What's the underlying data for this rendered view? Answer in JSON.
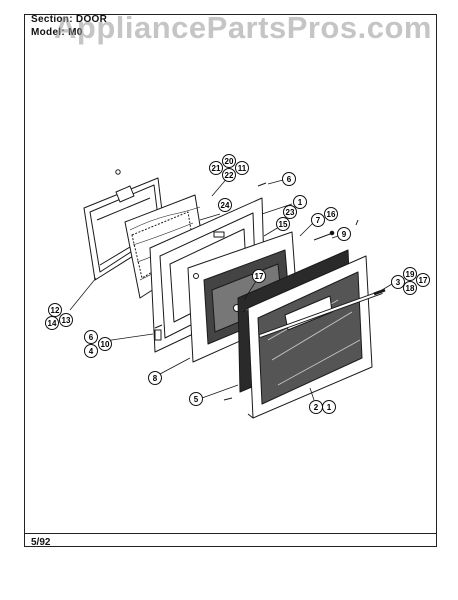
{
  "header": {
    "section_label": "Section: DOOR",
    "model_label": "Model: M0"
  },
  "watermark": "AppliancePartsPros.com",
  "footer": {
    "date": "5/92"
  },
  "callouts": {
    "c_21": "21",
    "c_20": "20",
    "c_11": "11",
    "c_22": "22",
    "c_6a": "6",
    "c_24": "24",
    "c_1a": "1",
    "c_23": "23",
    "c_15": "15",
    "c_7": "7",
    "c_16": "16",
    "c_9": "9",
    "c_17a": "17",
    "c_3": "3",
    "c_19a": "19",
    "c_17b": "17",
    "c_18": "18",
    "c_12": "12",
    "c_14": "14",
    "c_13": "13",
    "c_6b": "6",
    "c_4": "4",
    "c_10": "10",
    "c_8": "8",
    "c_5": "5",
    "c_2": "2",
    "c_1b": "1"
  }
}
